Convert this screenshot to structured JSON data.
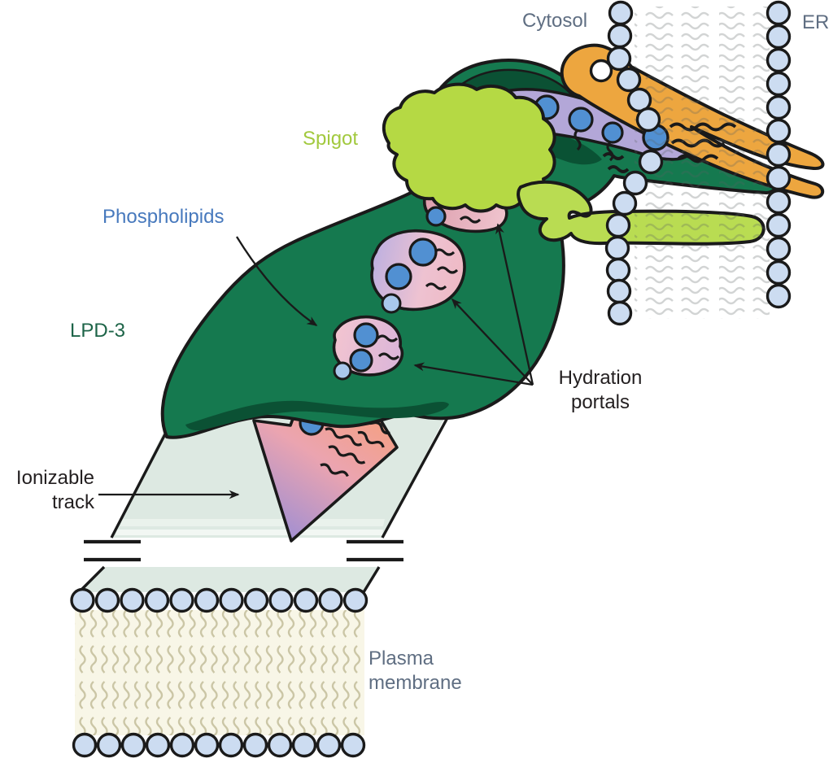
{
  "figure": {
    "labels": {
      "cytosol": "Cytosol",
      "er": "ER",
      "spigot": "Spigot",
      "phospholipids": "Phospholipids",
      "lpd3": "LPD-3",
      "hydration_portals": "Hydration\nportals",
      "ionizable_track": "Ionizable\ntrack",
      "plasma_membrane": "Plasma\nmembrane"
    },
    "colors": {
      "lpd3_green": "#15794f",
      "lpd3_shadow_green": "#0b5134",
      "spigot_lime": "#b5d944",
      "spigot_finger_lime": "#b9dc52",
      "er_anchor_orange": "#eda63f",
      "phospholipid_channel_purple": "#b3a7d8",
      "phospholipid_head_blue": "#5190d2",
      "membrane_head_blue": "#ccdcf1",
      "cargo_pink": "#efb9c6",
      "cargo_lavender": "#b5a5dc",
      "arrow_salmon": "#f5a083",
      "arrow_purple": "#a18fd2",
      "track_sage": "#dde9e2",
      "pm_tail_cream": "#f8f6e7",
      "label_slate": "#5f6e82",
      "label_blue": "#4779bd",
      "label_lime": "#a2c93e",
      "label_green": "#1d6448",
      "outline_black": "#1a1a1a"
    },
    "icons": {
      "lipid-head-icon": "circle glyph ●",
      "lipid-tail-icon": "squiggle glyph 〜",
      "arrowhead-icon": "triangle glyph ➤"
    }
  }
}
